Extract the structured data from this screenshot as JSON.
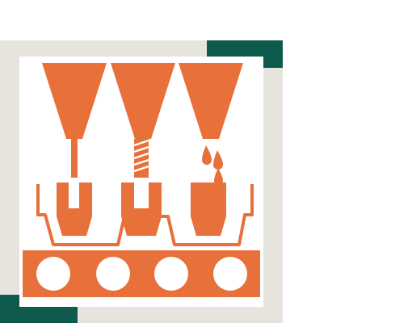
{
  "colors": {
    "frame": "#e6e4dc",
    "accent": "#0e5a4c",
    "primary": "#e8703a",
    "background": "#ffffff"
  },
  "illustration": {
    "subject": "manufacturing-machine-icon",
    "nozzles": 3,
    "molds": 3,
    "conveyor_wheels": 4
  }
}
